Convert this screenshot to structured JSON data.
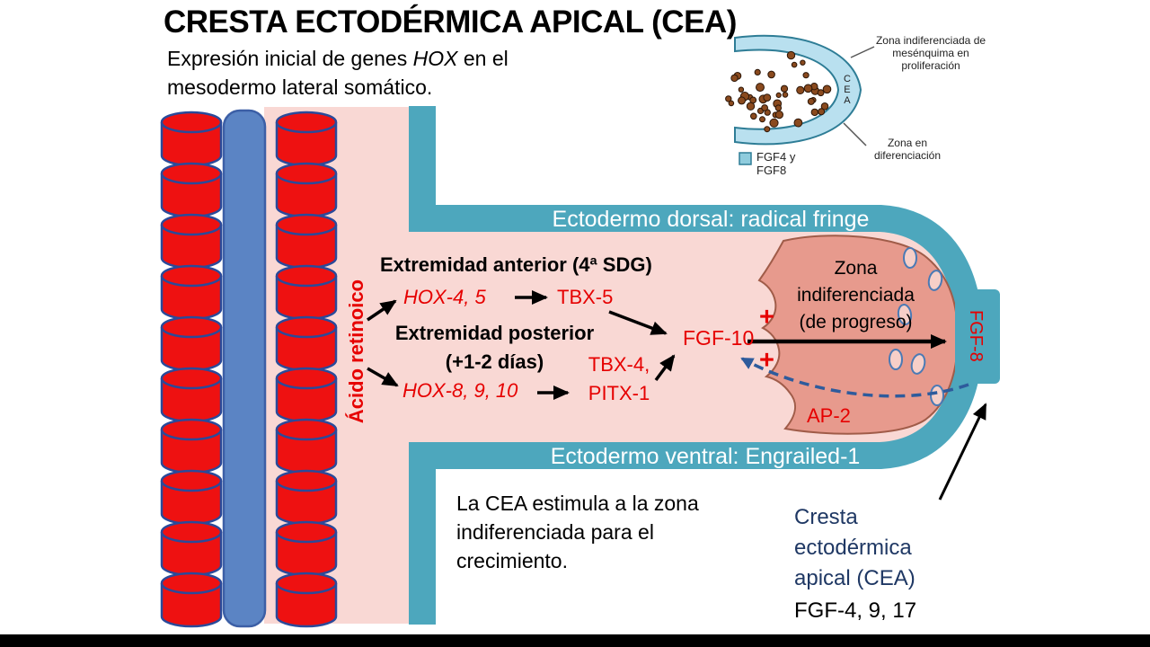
{
  "slide": {
    "title": "CRESTA ECTODÉRMICA APICAL (CEA)",
    "subtitle_pre": "Expresión inicial de genes ",
    "subtitle_hox": "HOX",
    "subtitle_post": " en el mesodermo lateral somático."
  },
  "inset": {
    "zona_indiferenciada_label": "Zona indiferenciada de mesénquima en proliferación",
    "cea_label": "CEA",
    "zona_diferenciacion_label": "Zona en diferenciación",
    "legend_label": "FGF4 y FGF8"
  },
  "diagram": {
    "dorsal_band": "Ectodermo dorsal: radical fringe",
    "ventral_band": "Ectodermo ventral: Engrailed-1",
    "acido_retinoico": "Ácido retinoico",
    "extremidad_anterior": "Extremidad anterior (4ª SDG)",
    "hox_4_5": "HOX-4, 5",
    "tbx_5": "TBX-5",
    "extremidad_posterior": "Extremidad posterior (+1-2 días)",
    "hox_8_9_10": "HOX-8, 9, 10",
    "tbx4_pitx1": "TBX-4, PITX-1",
    "fgf_10": "FGF-10",
    "plus_top": "+",
    "plus_bottom": "+",
    "zona_progreso": "Zona indiferenciada (de progreso)",
    "ap_2": "AP-2",
    "fgf_8": "FGF-8"
  },
  "notes": {
    "cea_stimulus": "La CEA estimula a la zona indiferenciada para el crecimiento.",
    "cresta_label": "Cresta ectodérmica apical (CEA)",
    "fgf_list": "FGF-4, 9, 17"
  },
  "colors": {
    "ectoderm_teal": "#4da7bd",
    "mesoderm_pink": "#f9d8d4",
    "progress_zone_salmon": "#e79a8d",
    "gene_text_red": "#e60000",
    "somite_red": "#ee1111",
    "bar_blue": "#5b84c4",
    "dark_blue_text": "#1f3864",
    "feedback_arrow_blue": "#2e5b9c"
  }
}
